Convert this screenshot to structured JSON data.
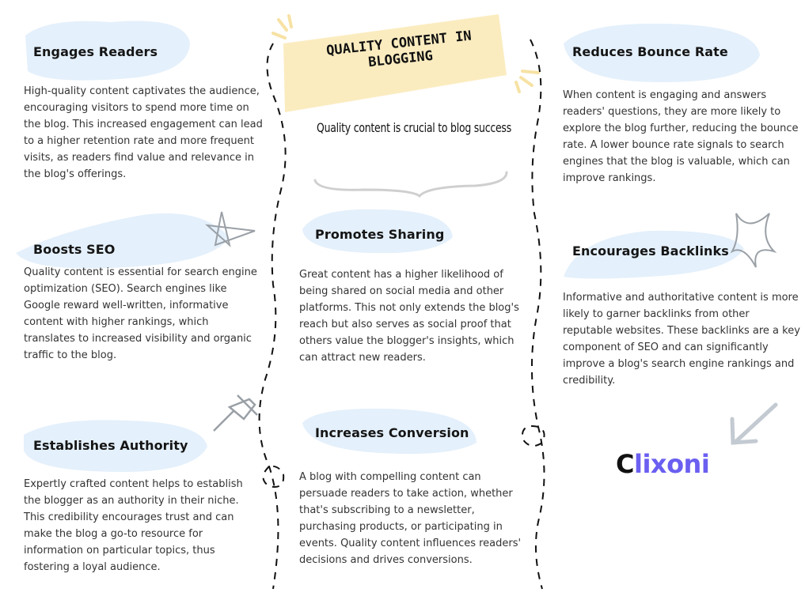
{
  "header": {
    "title": "QUALITY CONTENT IN BLOGGING",
    "subtitle": "Quality content is crucial to blog success"
  },
  "sections": [
    {
      "heading": "Engages Readers",
      "text": "High-quality content captivates the audience, encouraging visitors to spend more time on the blog. This increased engagement can lead to a higher retention rate and more frequent visits, as readers find value and relevance in the blog's offerings."
    },
    {
      "heading": "Boosts SEO",
      "text": "Quality content is essential for search engine optimization (SEO). Search engines like Google reward well-written, informative content with higher rankings, which translates to increased visibility and organic traffic to the blog."
    },
    {
      "heading": "Establishes Authority",
      "text": "Expertly crafted content helps to establish the blogger as an authority in their niche. This credibility encourages trust and can make the blog a go-to resource for information on particular topics, thus fostering a loyal audience."
    },
    {
      "heading": "Promotes Sharing",
      "text": "Great content has a higher likelihood of being shared on social media and other platforms. This not only extends the blog's reach but also serves as social proof that others value the blogger's insights, which can attract new readers."
    },
    {
      "heading": "Increases Conversion",
      "text": "A blog with compelling content can persuade readers to take action, whether that's subscribing to a newsletter, purchasing products, or participating in events. Quality content influences readers' decisions and drives conversions."
    },
    {
      "heading": "Reduces Bounce Rate",
      "text": "When content is engaging and answers readers' questions, they are more likely to explore the blog further, reducing the bounce rate. A lower bounce rate signals to search engines that the blog is valuable, which can improve rankings."
    },
    {
      "heading": "Encourages Backlinks",
      "text": "Informative and authoritative content is more likely to garner backlinks from other reputable websites. These backlinks are a key component of SEO and can significantly improve a blog's search engine rankings and credibility."
    }
  ],
  "logo": {
    "first": "C",
    "rest": "lixoni"
  },
  "colors": {
    "blob": "#e3f0fb",
    "banner": "#fbecc0",
    "brand": "#6a5ff0"
  }
}
